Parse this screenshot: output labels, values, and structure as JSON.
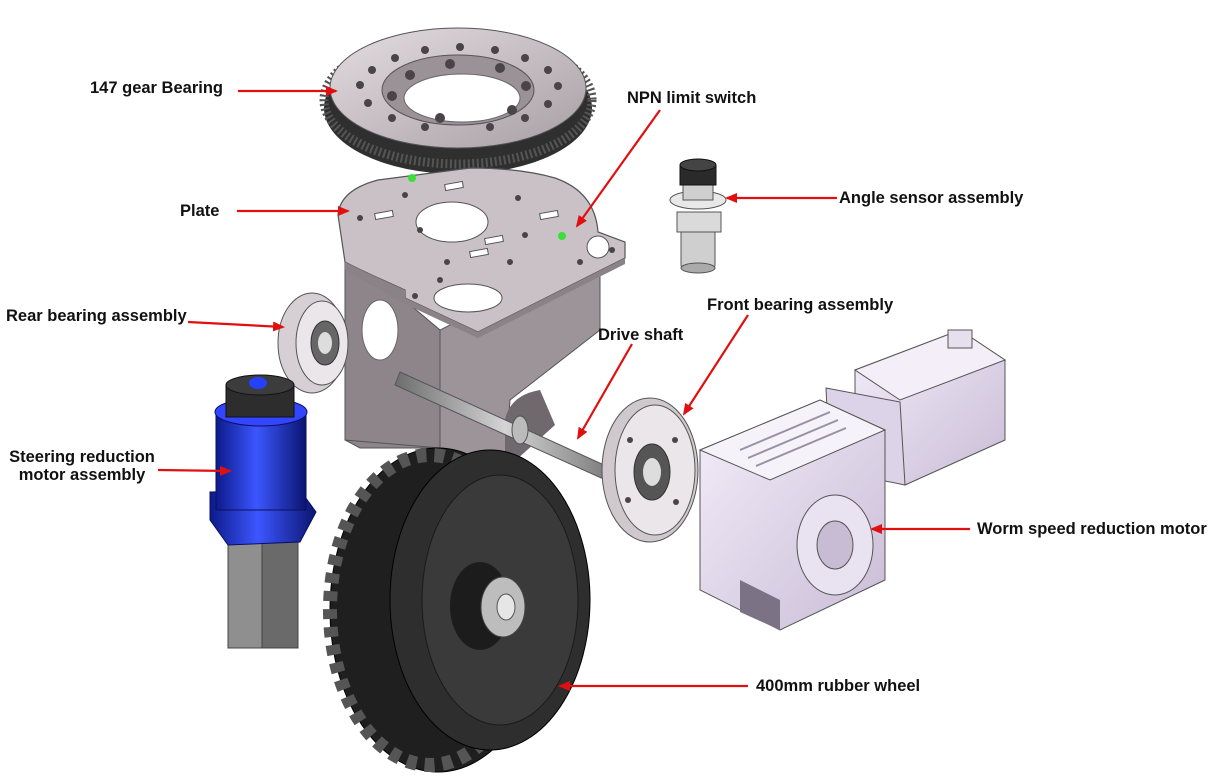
{
  "figure": {
    "labels": {
      "gear_bearing": "147 gear Bearing",
      "npn_switch": "NPN limit switch",
      "plate": "Plate",
      "angle_sensor": "Angle sensor assembly",
      "rear_bearing": "Rear bearing assembly",
      "front_bearing": "Front bearing assembly",
      "drive_shaft": "Drive shaft",
      "steering_motor_line1": "Steering reduction",
      "steering_motor_line2": "motor assembly",
      "worm_motor": "Worm speed reduction motor",
      "wheel": "400mm rubber wheel"
    },
    "colors": {
      "arrow": "#e01010",
      "metal": "#c8bfc4",
      "metal_dark": "#7d7479",
      "bracket": "#8f878c",
      "gear_ring": "#3a3a3a",
      "tire": "#2a2a2a",
      "hub": "#3b3b3b",
      "steering_blue": "#1b2fd6",
      "motor_lilac": "#e7def0",
      "led_green": "#38e038"
    }
  }
}
